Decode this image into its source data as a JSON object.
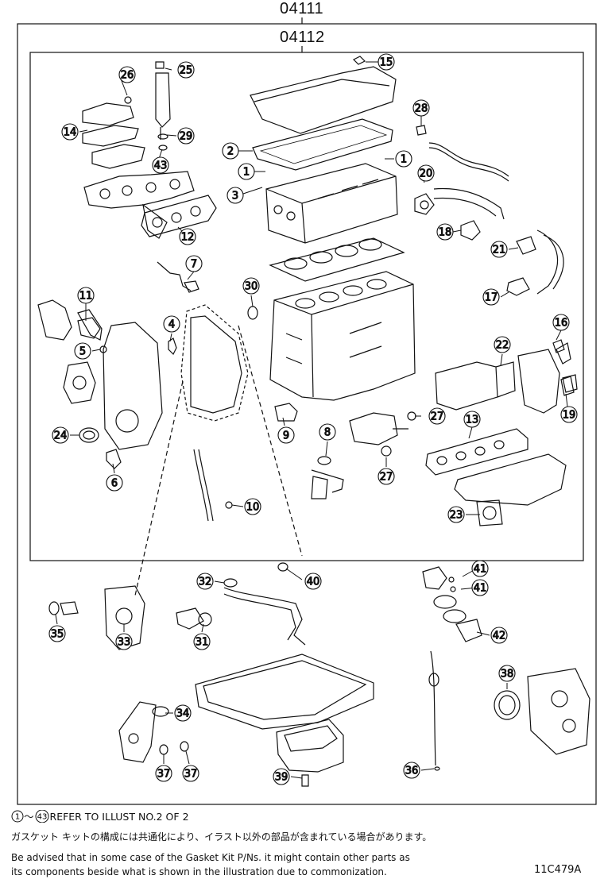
{
  "header": {
    "outer_code": "04111",
    "inner_code": "04112"
  },
  "footer": {
    "refer_range_start": "1",
    "refer_range_sep": "～",
    "refer_range_end": "43",
    "refer_text": "REFER TO ILLUST NO.2 OF 2",
    "japanese_note": "ガスケット キットの構成には共通化により、イラスト以外の部品が含まれている場合があります。",
    "english_note_line1": "Be advised that in some case of the Gasket Kit P/Ns.  it might contain other parts as",
    "english_note_line2": "its components beside what is shown in the illustration due to commonization.",
    "illustration_id": "11C479A"
  },
  "callouts": {
    "c1a": "1",
    "c1b": "1",
    "c2": "2",
    "c3": "3",
    "c4": "4",
    "c5": "5",
    "c6": "6",
    "c7": "7",
    "c8": "8",
    "c9": "9",
    "c10": "10",
    "c11": "11",
    "c12": "12",
    "c13": "13",
    "c14": "14",
    "c15": "15",
    "c16": "16",
    "c17": "17",
    "c18": "18",
    "c19": "19",
    "c20": "20",
    "c21": "21",
    "c22": "22",
    "c23": "23",
    "c24": "24",
    "c25": "25",
    "c26": "26",
    "c27a": "27",
    "c27b": "27",
    "c28": "28",
    "c29": "29",
    "c30": "30",
    "c31": "31",
    "c32": "32",
    "c33": "33",
    "c34": "34",
    "c35": "35",
    "c36": "36",
    "c37a": "37",
    "c37b": "37",
    "c38": "38",
    "c39": "39",
    "c40": "40",
    "c41a": "41",
    "c41b": "41",
    "c42": "42",
    "c43": "43"
  }
}
